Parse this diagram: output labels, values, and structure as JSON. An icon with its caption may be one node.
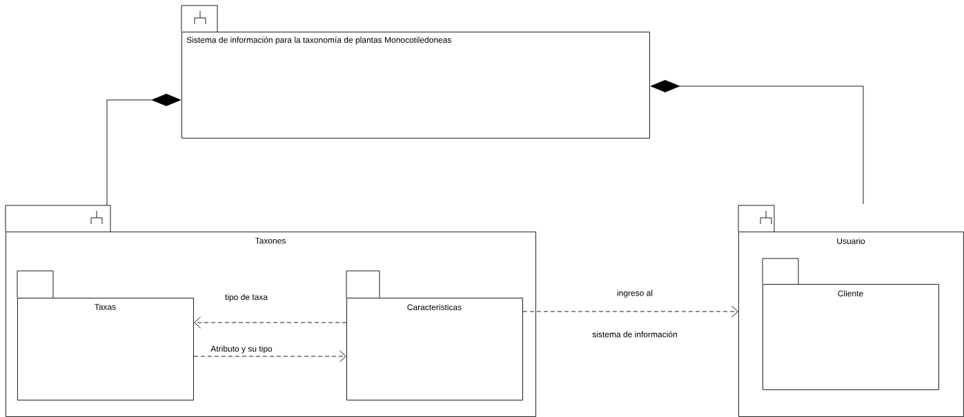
{
  "diagram": {
    "nodes": [
      {
        "text": [
          "Sistema de información para la taxonomía de plantas Monocotiledoneas"
        ]
      },
      {
        "text": [
          "Taxones"
        ]
      },
      {
        "text": [
          "Taxas"
        ],
        "in": 1
      },
      {
        "text": [
          "Caracteristicas"
        ],
        "in": 1
      },
      {
        "text": [
          "Usuario"
        ]
      },
      {
        "text": [
          "Cliente"
        ],
        "in": 4
      }
    ],
    "edges": [
      {
        "from": 1,
        "to": 0,
        "arrow": "other"
      },
      {
        "from": 4,
        "to": 0,
        "arrow": "other"
      },
      {
        "from": 3,
        "to": 2,
        "arrow": "to",
        "style": "dashed",
        "label": "tipo de taxa"
      },
      {
        "from": 2,
        "to": 3,
        "arrow": "to",
        "style": "dashed",
        "label": "Atributo y su tipo"
      },
      {
        "from": 3,
        "to": 4,
        "arrow": "to",
        "style": "dashed",
        "label": "ingreso al sistema de información"
      }
    ]
  }
}
